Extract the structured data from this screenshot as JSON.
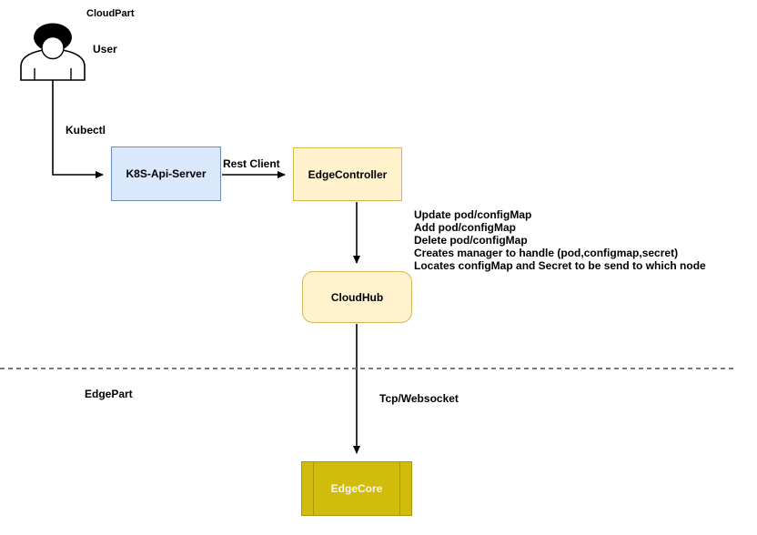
{
  "diagram": {
    "regions": {
      "cloud_part_label": "CloudPart",
      "edge_part_label": "EdgePart"
    },
    "actor": {
      "label": "User"
    },
    "nodes": {
      "k8s_api_server": {
        "label": "K8S-Api-Server",
        "fill": "#dae8fc",
        "border": "#6c8ebf",
        "shape": "rectangle"
      },
      "edge_controller": {
        "label": "EdgeController",
        "fill": "#fff2cc",
        "border": "#d6b656",
        "shape": "rectangle"
      },
      "cloud_hub": {
        "label": "CloudHub",
        "fill": "#fff2cc",
        "border": "#d6b656",
        "shape": "rounded-rectangle"
      },
      "edge_core": {
        "label": "EdgeCore",
        "fill": "#d2bc0b",
        "border": "#ac9807",
        "shape": "process"
      }
    },
    "connectors": {
      "kubectl": {
        "label": "Kubectl",
        "from": "User",
        "to": "K8S-Api-Server"
      },
      "rest_client": {
        "label": "Rest Client",
        "from": "K8S-Api-Server",
        "to": "EdgeController"
      },
      "controller_to_hub": {
        "label": "",
        "from": "EdgeController",
        "to": "CloudHub"
      },
      "tcp_websocket": {
        "label": "Tcp/Websocket",
        "from": "CloudHub",
        "to": "EdgeCore"
      }
    },
    "annotation": {
      "lines": [
        "Update pod/configMap",
        "Add pod/configMap",
        "Delete pod/configMap",
        "Creates manager to handle (pod,configmap,secret)",
        "Locates configMap and Secret to be send to which node"
      ]
    },
    "divider": {
      "style": "dashed",
      "color": "#7a7a7a"
    },
    "colors": {
      "line": "#000000",
      "edge_core_text": "#f5f5f5"
    }
  }
}
